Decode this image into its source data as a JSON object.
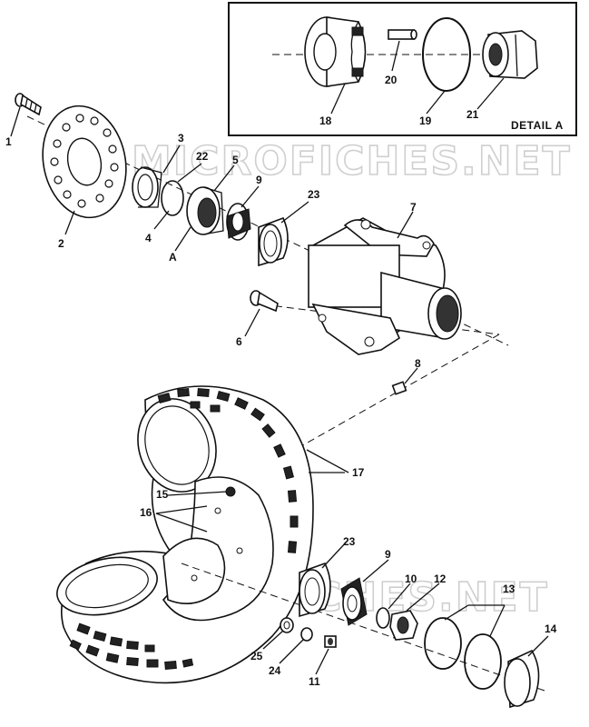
{
  "detail": {
    "title": "DETAIL A"
  },
  "watermarks": [
    "MICROFICHES.NET",
    "MICROFICHES.NET"
  ],
  "callouts": {
    "c1": "1",
    "c2": "2",
    "c3": "3",
    "c4": "4",
    "c5": "5",
    "c6": "6",
    "c7": "7",
    "c8": "8",
    "c9a": "9",
    "c9b": "9",
    "c10": "10",
    "c11": "11",
    "c12": "12",
    "c13": "13",
    "c14": "14",
    "c15": "15",
    "c16": "16",
    "c17": "17",
    "c18": "18",
    "c19": "19",
    "c20": "20",
    "c21": "21",
    "c22": "22",
    "c23a": "23",
    "c23b": "23",
    "c24": "24",
    "c25": "25",
    "cA": "A"
  },
  "icons": [
    "bolt-icon",
    "brake-disc-icon",
    "seal-icon",
    "bearing-icon",
    "hub-icon",
    "tire-icon",
    "wheel-rim-icon",
    "cap-icon",
    "nut-icon",
    "washer-icon"
  ]
}
